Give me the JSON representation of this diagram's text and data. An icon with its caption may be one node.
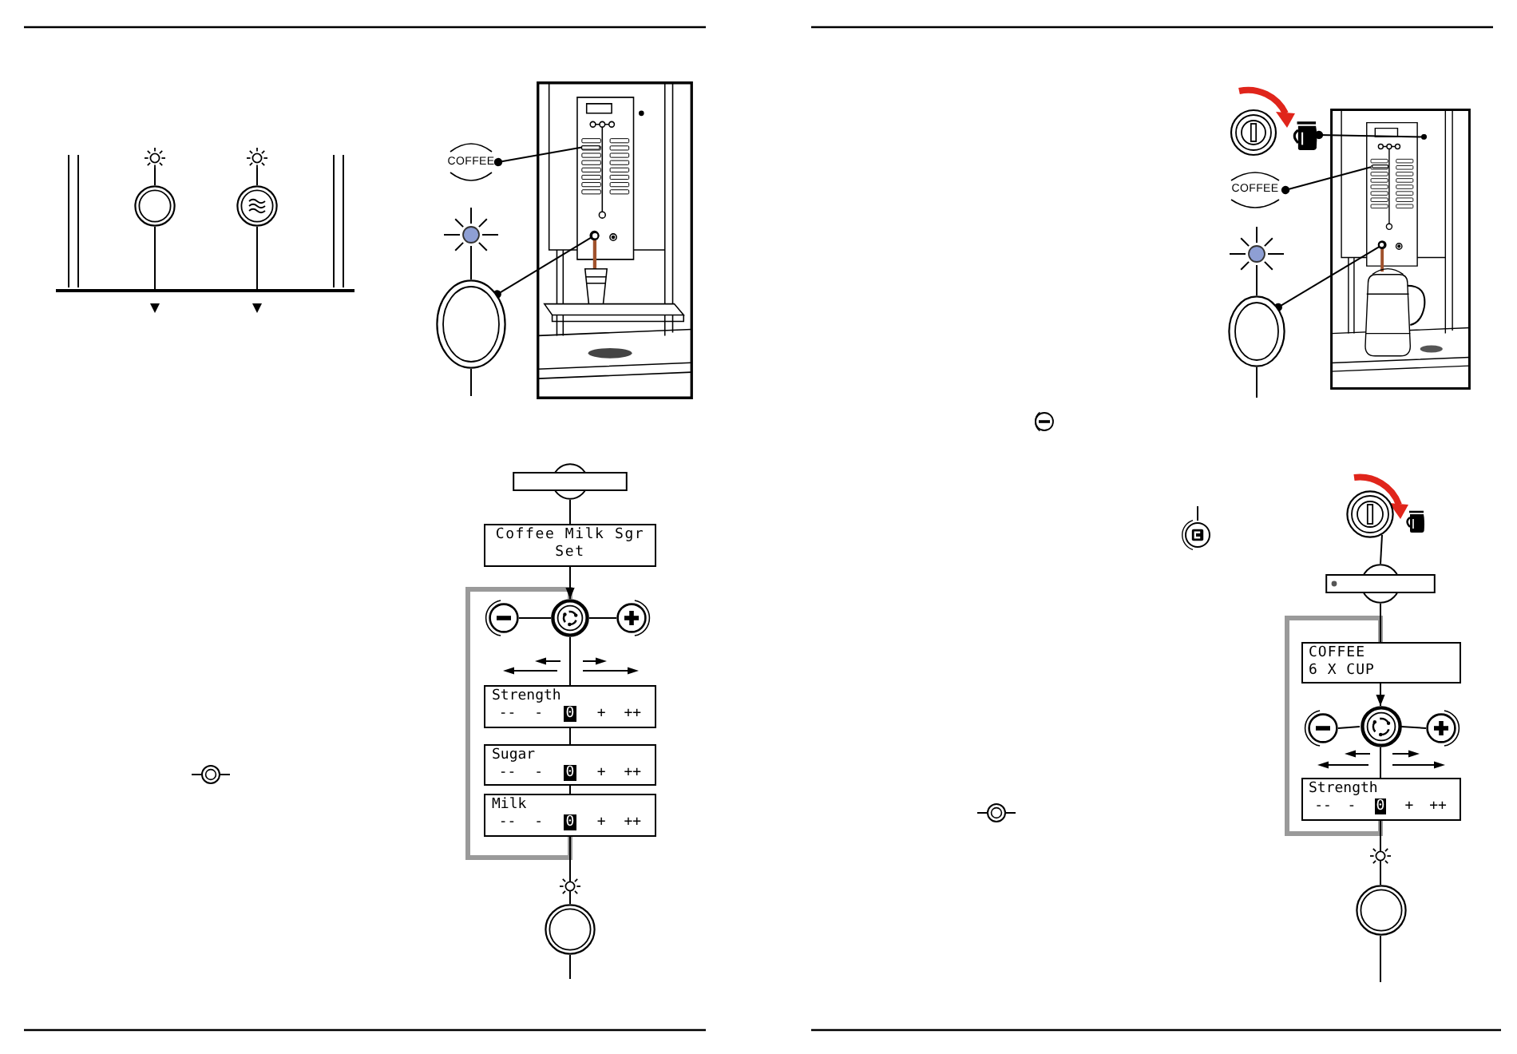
{
  "diagram": {
    "nodes": [
      {
        "text": [],
        "shape": "circle"
      },
      {
        "text": [],
        "shape": "circle"
      },
      {
        "text": [],
        "shape": "bar"
      },
      {
        "text": [
          "COFFEE"
        ]
      },
      {
        "text": [],
        "shape": "circle"
      },
      {
        "text": [],
        "shape": "box"
      },
      {
        "text": [],
        "shape": "circle"
      },
      {
        "text": [],
        "shape": "bar"
      },
      {
        "text": [
          "Coffee Milk Sgr Set"
        ]
      },
      {
        "text": [],
        "shape": "circle"
      },
      {
        "text": [],
        "shape": "circle"
      },
      {
        "text": [],
        "shape": "circle"
      },
      {
        "text": [
          "Strength",
          "-- - 0 + ++"
        ]
      },
      {
        "text": [
          "Sugar",
          "-- - 0 + ++"
        ]
      },
      {
        "text": [
          "Milk",
          "-- - 0 + ++"
        ]
      },
      {
        "text": [],
        "shape": "circle"
      },
      {
        "text": [],
        "shape": "picture"
      },
      {
        "text": [
          "COFFEE"
        ]
      },
      {
        "text": [],
        "shape": "circle"
      },
      {
        "text": [],
        "shape": "circle"
      },
      {
        "text": [],
        "shape": "box"
      },
      {
        "text": [],
        "shape": "circle"
      },
      {
        "text": [],
        "shape": "circle"
      },
      {
        "text": [],
        "shape": "bar"
      },
      {
        "text": [
          "COFFEE",
          "6 X CUP"
        ]
      },
      {
        "text": [],
        "shape": "circle"
      },
      {
        "text": [],
        "shape": "circle"
      },
      {
        "text": [],
        "shape": "circle"
      },
      {
        "text": [
          "Strength",
          "-- - 0 + ++"
        ]
      },
      {
        "text": [],
        "shape": "circle"
      }
    ],
    "edges": [
      {
        "from": 0,
        "to": 2,
        "arrow": "none"
      },
      {
        "from": 1,
        "to": 2,
        "arrow": "none"
      },
      {
        "from": 3,
        "to": 5,
        "arrow": "other"
      },
      {
        "from": 4,
        "to": 6,
        "arrow": "other"
      },
      {
        "from": 7,
        "to": 8,
        "arrow": "none"
      },
      {
        "from": 8,
        "to": 10,
        "arrow": "to"
      },
      {
        "from": 10,
        "to": 9,
        "arrow": "none"
      },
      {
        "from": 10,
        "to": 11,
        "arrow": "none"
      },
      {
        "from": 10,
        "to": 12,
        "arrow": "none"
      },
      {
        "from": 12,
        "to": 13,
        "arrow": "none"
      },
      {
        "from": 13,
        "to": 14,
        "arrow": "none"
      },
      {
        "from": 14,
        "to": 15,
        "arrow": "none"
      },
      {
        "from": 14,
        "to": 10,
        "arrow": "to",
        "style": "thick",
        "color": "#9a9a9a"
      },
      {
        "from": 16,
        "to": 19,
        "arrow": "other"
      },
      {
        "from": 17,
        "to": 20,
        "arrow": "other"
      },
      {
        "from": 18,
        "to": 21,
        "arrow": "other"
      },
      {
        "from": 22,
        "to": 23,
        "arrow": "none"
      },
      {
        "from": 23,
        "to": 24,
        "arrow": "none"
      },
      {
        "from": 24,
        "to": 26,
        "arrow": "to"
      },
      {
        "from": 26,
        "to": 25,
        "arrow": "none"
      },
      {
        "from": 26,
        "to": 27,
        "arrow": "none"
      },
      {
        "from": 26,
        "to": 28,
        "arrow": "none"
      },
      {
        "from": 28,
        "to": 29,
        "arrow": "none"
      },
      {
        "from": 28,
        "to": 24,
        "arrow": "none",
        "style": "thick",
        "color": "#9a9a9a"
      }
    ]
  }
}
